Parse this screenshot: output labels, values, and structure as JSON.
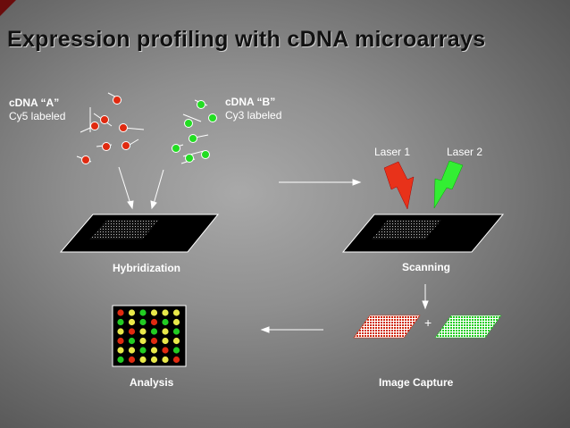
{
  "title": "Expression profiling with cDNA microarrays",
  "cdna_a": {
    "name": "cDNA “A”",
    "label": "Cy5 labeled",
    "color": "#e02a10"
  },
  "cdna_b": {
    "name": "cDNA “B”",
    "label": "Cy3 labeled",
    "color": "#22dd22"
  },
  "lasers": {
    "laser1": "Laser 1",
    "laser2": "Laser 2"
  },
  "steps": {
    "hybridization": "Hybridization",
    "scanning": "Scanning",
    "image_capture": "Image Capture",
    "analysis": "Analysis"
  },
  "plus_sign": "+",
  "array_colors": {
    "red": "#e02a10",
    "green": "#22cc22",
    "yellow": "#e8e84a"
  }
}
